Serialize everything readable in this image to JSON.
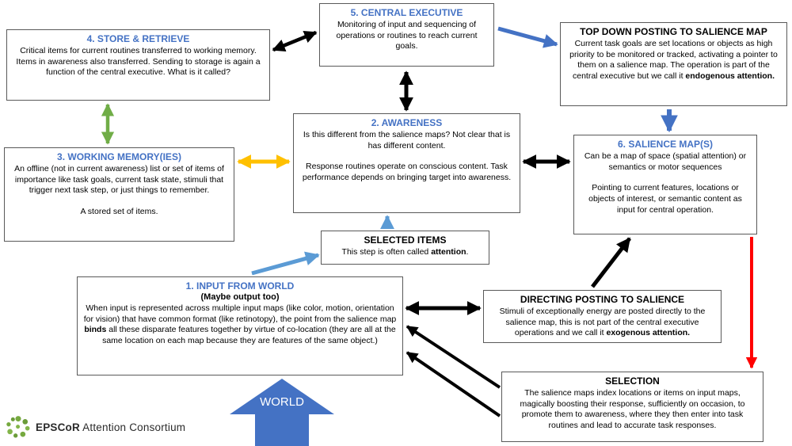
{
  "palette": {
    "title_blue": "#4472C4",
    "arrow_black": "#000000",
    "arrow_blue": "#4472C4",
    "arrow_light_blue": "#5B9BD5",
    "arrow_green": "#70AD47",
    "arrow_yellow": "#FFC000",
    "arrow_red": "#FF0000",
    "world_arrow_blue": "#4472C4",
    "logo_green": "#76A93F"
  },
  "boxes": {
    "central_executive": {
      "title": "5. CENTRAL EXECUTIVE",
      "body": "Monitoring of input and sequencing of operations or routines to reach current goals."
    },
    "top_down": {
      "title": "TOP DOWN POSTING TO SALIENCE MAP",
      "body": "Current task goals are set locations or objects as high priority to be monitored or tracked, activating a pointer to them on a salience map. The operation is part of the central executive but we call it ",
      "body_bold": "endogenous attention."
    },
    "store_retrieve": {
      "title": "4. STORE & RETRIEVE",
      "body": "Critical items for current routines transferred to working memory. Items in awareness also transferred. Sending to storage is again a function of the central executive. What is it called?"
    },
    "awareness": {
      "title": "2. AWARENESS",
      "para1": "Is this different from the salience maps? Not clear that is has different content.",
      "para2": "Response routines operate on conscious content. Task performance depends on bringing target into awareness."
    },
    "working_memory": {
      "title": "3. WORKING MEMORY(IES)",
      "para1": "An offline (not in current awareness) list or set of items of importance like task goals, current task state, stimuli that trigger next task step, or just things to remember.",
      "para2": "A stored set of items."
    },
    "salience_map": {
      "title": "6. SALIENCE MAP(S)",
      "para1": "Can be a map of space (spatial attention) or semantics or motor sequences",
      "para2": "Pointing to current features, locations or objects of interest, or semantic content as input for central operation."
    },
    "selected_items": {
      "title": "SELECTED ITEMS",
      "body": "This step is often called ",
      "body_bold": "attention",
      "body_after": "."
    },
    "input_world": {
      "title": "1. INPUT FROM WORLD",
      "subtitle": "(Maybe output too)",
      "body": "When input is represented across multiple input maps (like color, motion, orientation for vision) that have common format (like retinotopy), the point from the salience map ",
      "body_bold": "binds",
      "body_after": " all these disparate features together by virtue of co-location (they are all at the same location on each map because they are features of the same object.)"
    },
    "directing": {
      "title": "DIRECTING POSTING TO SALIENCE",
      "body": "Stimuli of exceptionally energy are posted directly to the salience map, this is not part of the central executive operations and we call it ",
      "body_bold": "exogenous attention."
    },
    "selection": {
      "title": "SELECTION",
      "body": "The salience maps index locations or items on input maps, magically boosting their response, sufficiently on occasion, to promote them to awareness, where they then enter into task routines and lead to accurate task responses."
    }
  },
  "world_label": "WORLD",
  "footer": {
    "brand_bold": "EPSCoR",
    "brand_rest": " Attention Consortium"
  }
}
